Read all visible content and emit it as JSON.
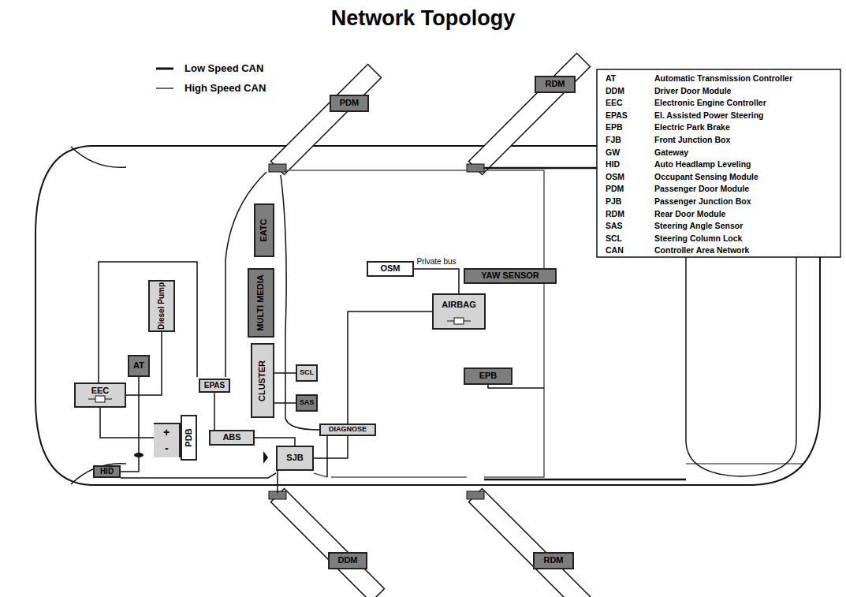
{
  "diagram": {
    "title": "Network Topology",
    "nodes": [
      {
        "text": [
          "PDM"
        ]
      },
      {
        "text": [
          "RDM"
        ]
      },
      {
        "text": [
          "EATC"
        ]
      },
      {
        "text": [
          "OSM"
        ]
      },
      {
        "text": [
          "YAW SENSOR"
        ]
      },
      {
        "text": [
          "MULTI MEDIA"
        ]
      },
      {
        "text": [
          "Diesel Pump"
        ]
      },
      {
        "text": [
          "AIRBAG"
        ]
      },
      {
        "text": [
          "CLUSTER"
        ]
      },
      {
        "text": [
          "AT"
        ]
      },
      {
        "text": [
          "SCL"
        ]
      },
      {
        "text": [
          "EPAS"
        ]
      },
      {
        "text": [
          "EPB"
        ]
      },
      {
        "text": [
          "EEC"
        ]
      },
      {
        "text": [
          "SAS"
        ]
      },
      {
        "text": [
          "+",
          "-",
          "PDB"
        ]
      },
      {
        "text": [
          "DIAGNOSE"
        ]
      },
      {
        "text": [
          "ABS"
        ]
      },
      {
        "text": [
          "SJB"
        ]
      },
      {
        "text": [
          "HID"
        ]
      },
      {
        "text": [
          "DDM"
        ]
      },
      {
        "text": [
          "RDM"
        ]
      }
    ],
    "edges": [
      {
        "from": 3,
        "to": 7,
        "label": "Private bus",
        "arrow": "none"
      },
      {
        "from": 6,
        "to": 13,
        "arrow": "none"
      },
      {
        "from": 9,
        "to": 19,
        "arrow": "none"
      },
      {
        "from": 13,
        "to": 15,
        "arrow": "none"
      },
      {
        "from": 11,
        "to": 17,
        "arrow": "none"
      },
      {
        "from": 17,
        "to": 18,
        "arrow": "none"
      },
      {
        "from": 8,
        "to": 10,
        "arrow": "none"
      },
      {
        "from": 8,
        "to": 14,
        "arrow": "none"
      },
      {
        "from": 16,
        "to": 18,
        "arrow": "none"
      },
      {
        "from": 7,
        "to": 16,
        "arrow": "none"
      }
    ],
    "labels": [
      "AT",
      "Automatic Transmission Controller",
      "DDM",
      "Driver Door Module",
      "EEC",
      "Electronic Engine Controller",
      "EPAS",
      "El. Assisted Power Steering",
      "EPB",
      "Electric Park Brake",
      "FJB",
      "Front Junction Box",
      "GW",
      "Gateway",
      "HID",
      "Auto Headlamp Leveling",
      "OSM",
      "Occupant Sensing Module",
      "PDM",
      "Passenger Door Module",
      "PJB",
      "Passenger Junction Box",
      "RDM",
      "Rear Door Module",
      "SAS",
      "Steering Angle Sensor",
      "SCL",
      "Steering Column Lock",
      "CAN",
      "Controller Area Network"
    ],
    "legend": [
      {
        "text": "Low Speed CAN"
      },
      {
        "text": "High Speed CAN"
      }
    ]
  }
}
